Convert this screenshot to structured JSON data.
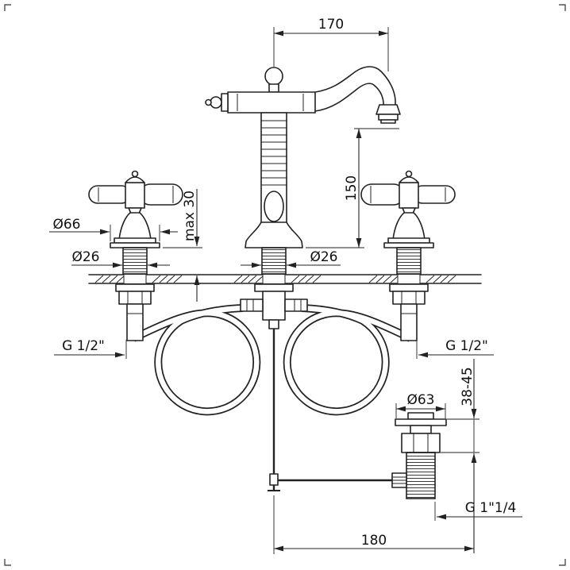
{
  "colors": {
    "line": "#222222",
    "text": "#111111",
    "background": "#ffffff"
  },
  "dims": {
    "spout_reach": "170",
    "spout_height": "150",
    "max_deck": "max 30",
    "handle_dia": "Ø66",
    "handle_shank_dia": "Ø26",
    "body_shank_dia": "Ø26",
    "left_connection": "G 1/2\"",
    "right_connection": "G 1/2\"",
    "waste_flange_dia": "Ø63",
    "waste_height_range": "38-45",
    "waste_thread": "G 1\"1/4",
    "waste_offset": "180"
  }
}
